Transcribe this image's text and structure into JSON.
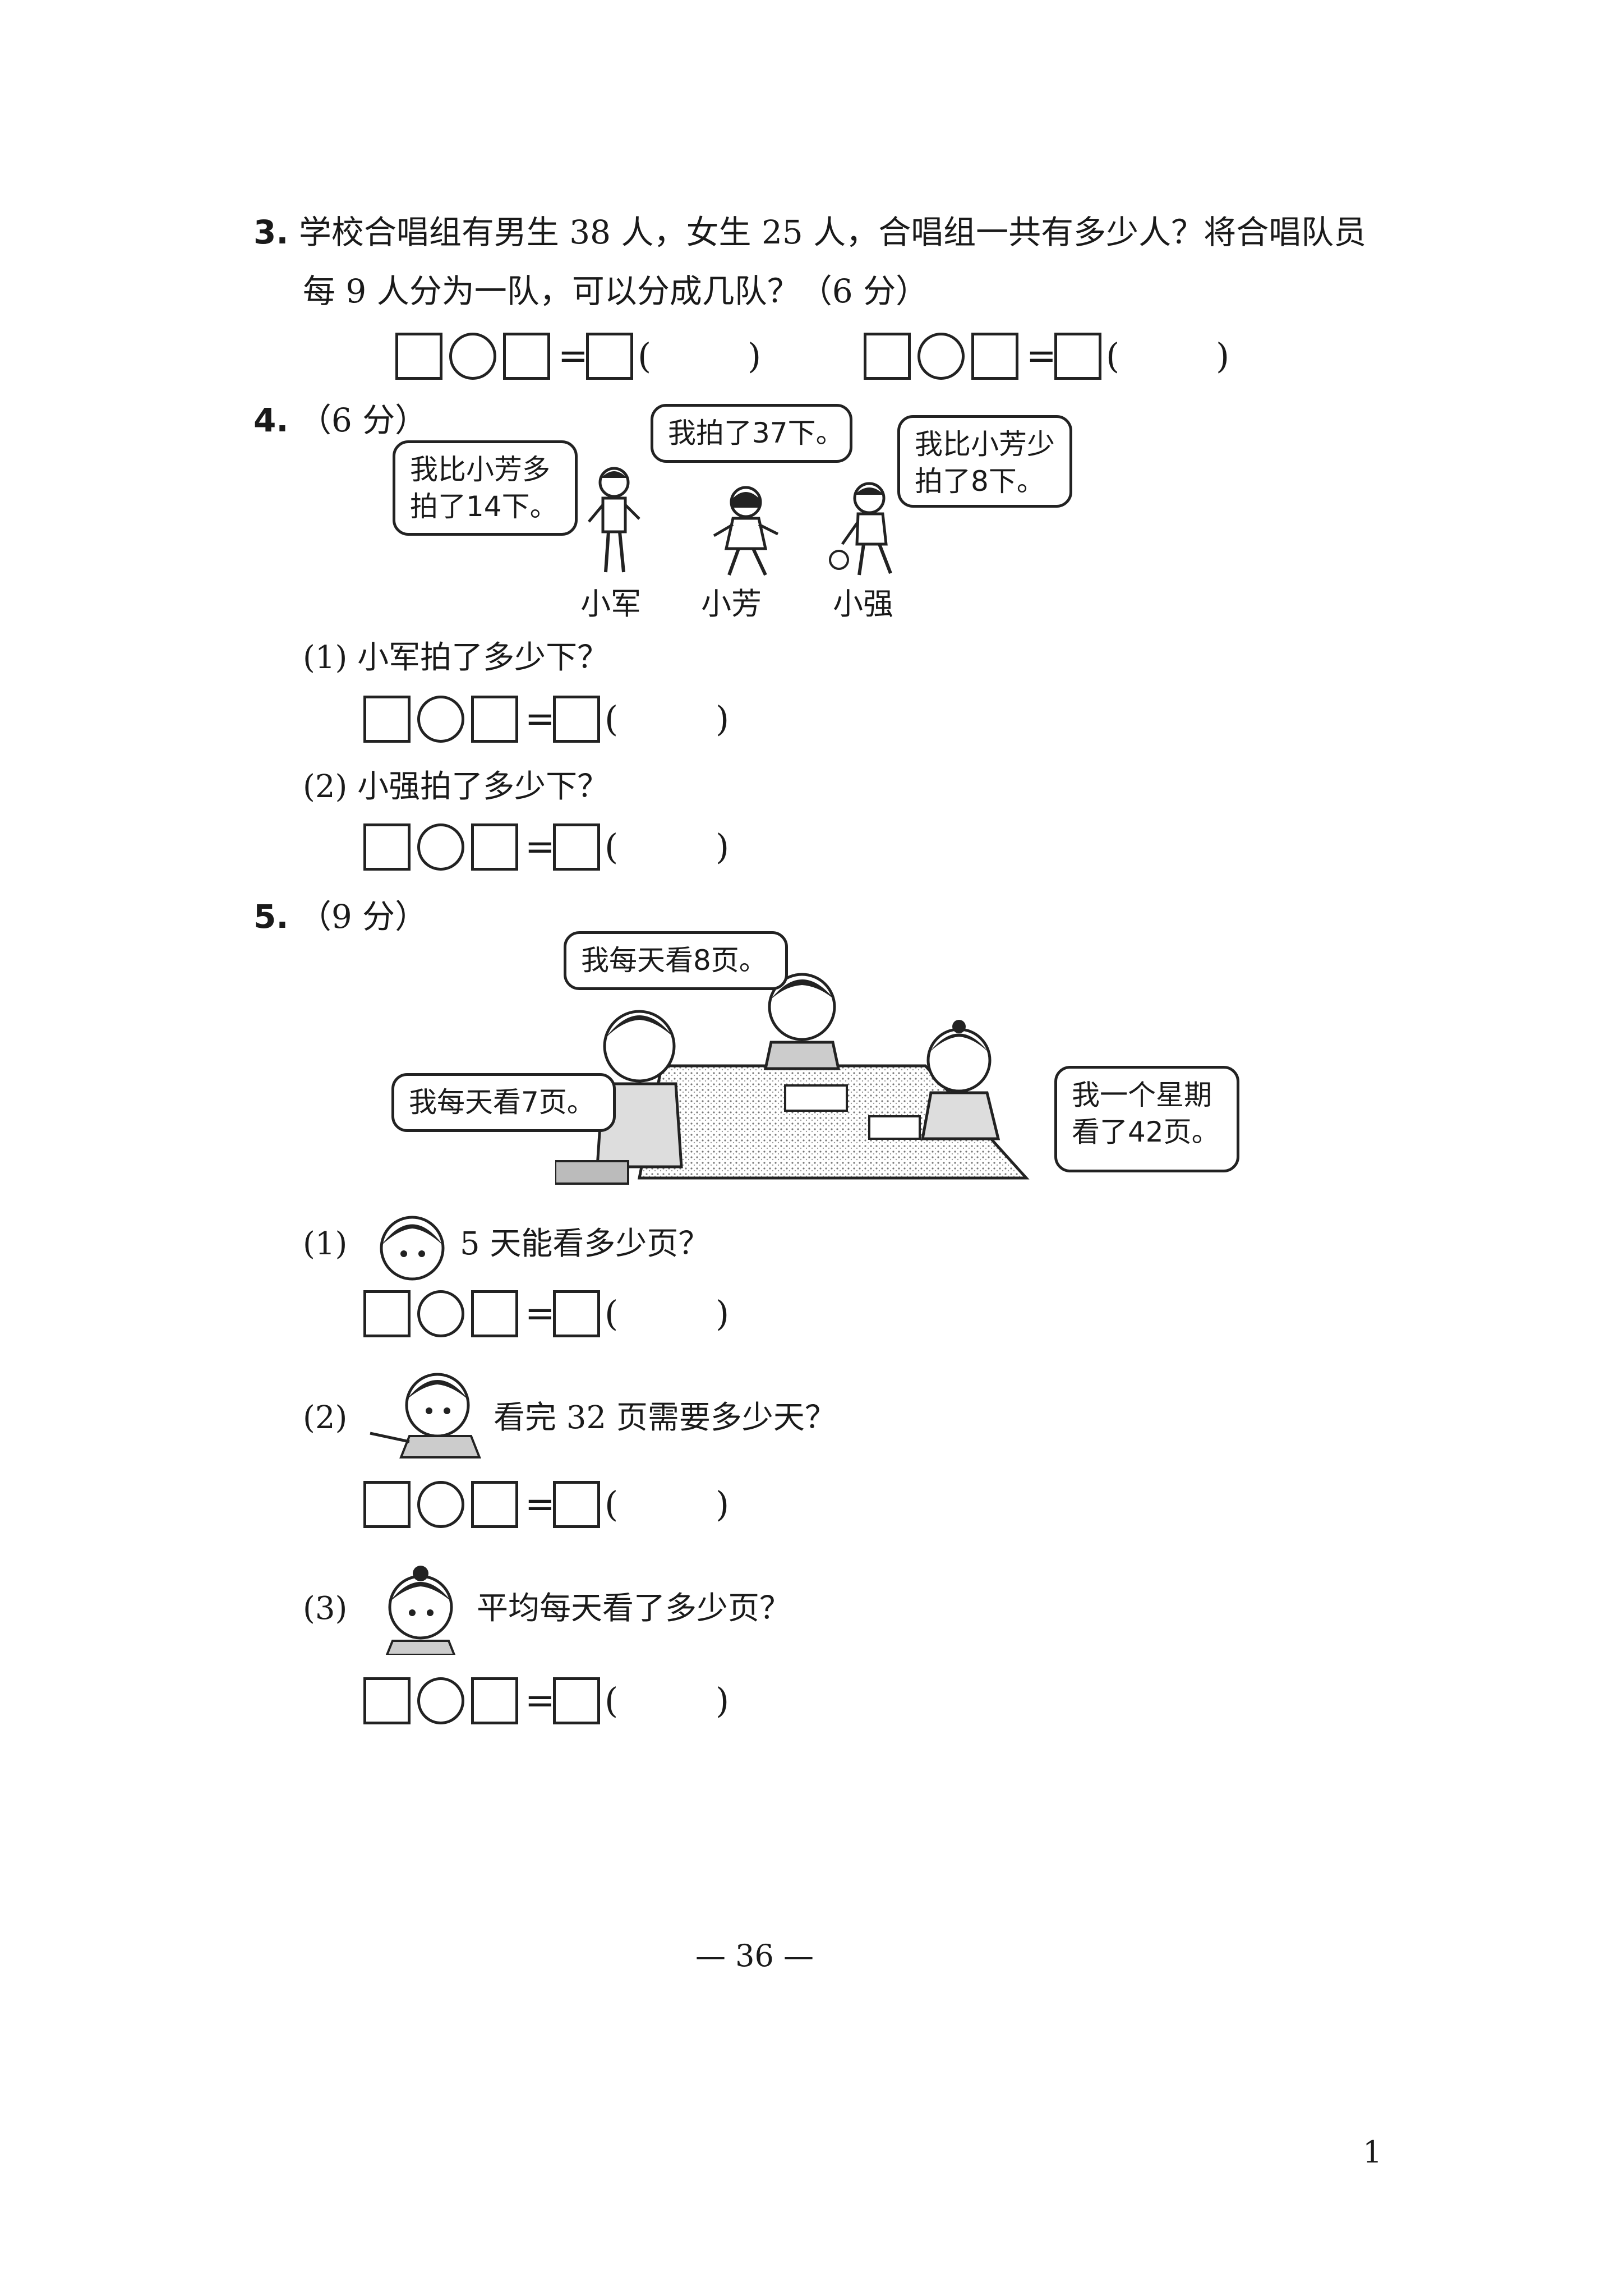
{
  "q3": {
    "number": "3.",
    "line1": "学校合唱组有男生 38 人，女生 25 人，合唱组一共有多少人？将合唱队员",
    "line2": "每 9 人分为一队，可以分成几队？（6 分）",
    "paren_open": "(",
    "paren_close": ")",
    "equals": "="
  },
  "q4": {
    "number": "4.",
    "score": "（6 分）",
    "bubble_left": [
      "我比小芳多",
      "拍了14下。"
    ],
    "bubble_middle": "我拍了37下。",
    "bubble_right": [
      "我比小芳少",
      "拍了8下。"
    ],
    "names": [
      "小军",
      "小芳",
      "小强"
    ],
    "sub1": "(1) 小军拍了多少下？",
    "sub2": "(2) 小强拍了多少下？"
  },
  "q5": {
    "number": "5.",
    "score": "（9 分）",
    "bubble_top": "我每天看8页。",
    "bubble_left": "我每天看7页。",
    "bubble_right": [
      "我一个星期",
      "看了42页。"
    ],
    "sub1_label": "(1)",
    "sub1_text": "5 天能看多少页？",
    "sub2_label": "(2)",
    "sub2_text": "看完 32 页需要多少天？",
    "sub3_label": "(3)",
    "sub3_text": "平均每天看了多少页？"
  },
  "footer": {
    "page_number": "— 36 —",
    "corner_number": "1"
  }
}
